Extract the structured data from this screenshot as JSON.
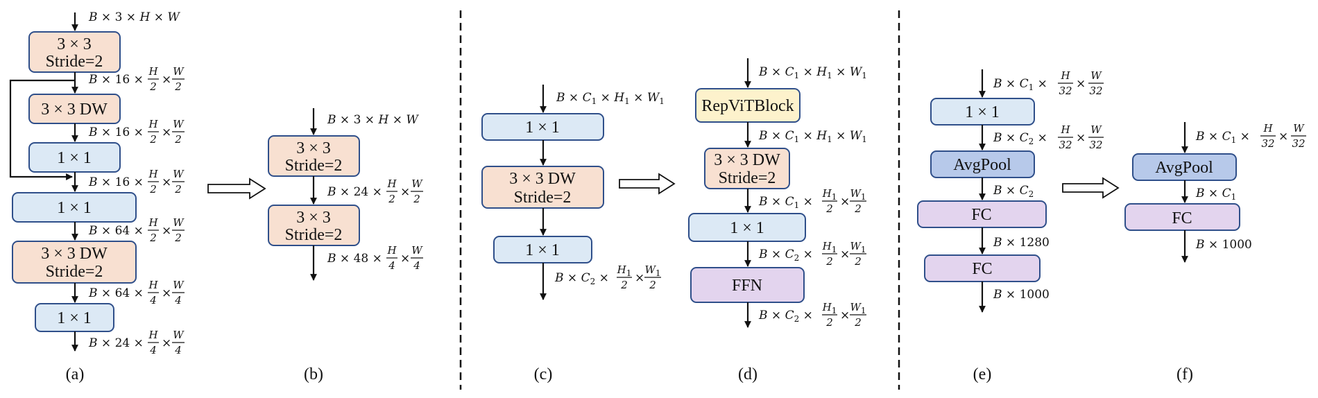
{
  "blocks": {
    "a": [
      "3 × 3",
      "Stride=2",
      "3 × 3 DW",
      "1 × 1",
      "1 × 1",
      "3 × 3 DW",
      "Stride=2",
      "1 × 1"
    ],
    "b": [
      "3 × 3",
      "Stride=2",
      "3 × 3",
      "Stride=2"
    ],
    "c": [
      "1 × 1",
      "3 × 3 DW",
      "Stride=2",
      "1 × 1"
    ],
    "d": [
      "RepViTBlock",
      "3 × 3 DW",
      "Stride=2",
      "1 × 1",
      "FFN"
    ],
    "e": [
      "1 × 1",
      "AvgPool",
      "FC",
      "FC"
    ],
    "f": [
      "AvgPool",
      "FC"
    ]
  },
  "dims": {
    "B": "B",
    "x": "×",
    "n3": "3",
    "n16": "16",
    "n24": "24",
    "n48": "48",
    "n64": "64",
    "n1280": "1280",
    "n1000": "1000",
    "H": "H",
    "W": "W",
    "C": "C",
    "s1": "1",
    "s2": "2",
    "d2": "2",
    "d4": "4",
    "d32": "32"
  },
  "captions": [
    "(a)",
    "(b)",
    "(c)",
    "(d)",
    "(e)",
    "(f)"
  ]
}
